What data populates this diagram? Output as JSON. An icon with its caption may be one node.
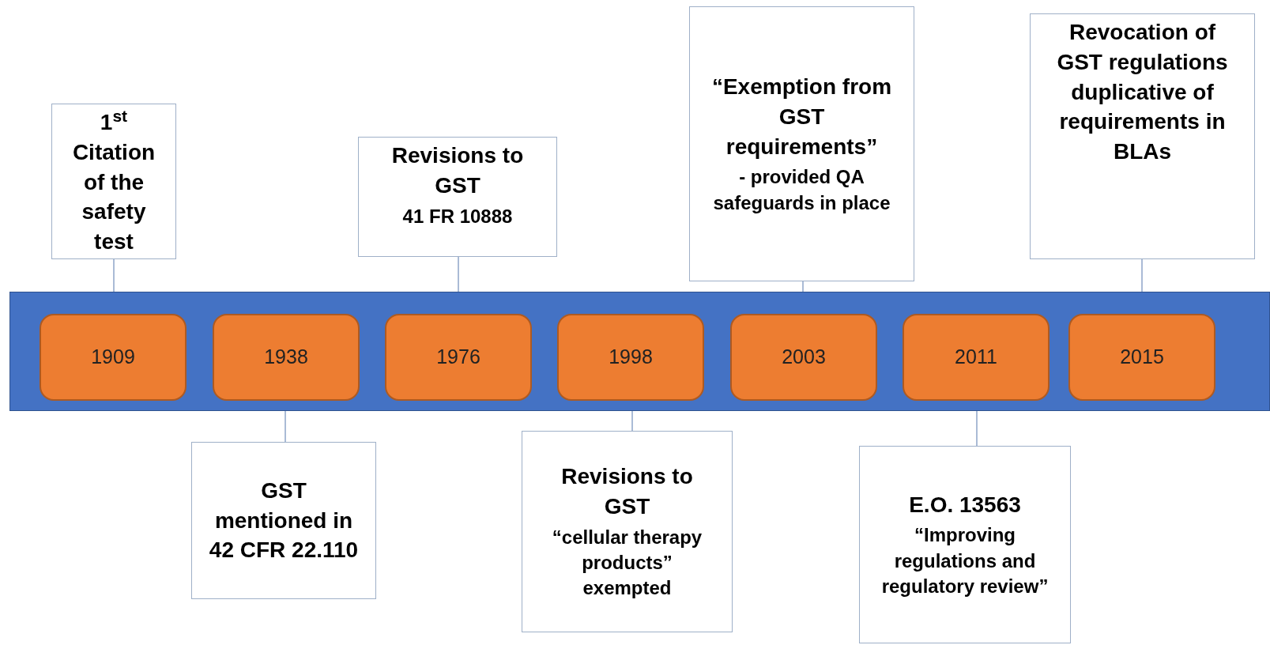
{
  "diagram": {
    "nodes": [
      {
        "text": [],
        "shape": "bar"
      },
      {
        "text": [
          "1909"
        ],
        "in": 0
      },
      {
        "text": [
          "1938"
        ],
        "in": 0
      },
      {
        "text": [
          "1976"
        ],
        "in": 0
      },
      {
        "text": [
          "1998"
        ],
        "in": 0
      },
      {
        "text": [
          "2003"
        ],
        "in": 0
      },
      {
        "text": [
          "2011"
        ],
        "in": 0
      },
      {
        "text": [
          "2015"
        ],
        "in": 0
      },
      {
        "text": [
          "1$^{st}$ Citation of the safety test"
        ]
      },
      {
        "text": [
          "GST mentioned in 42 CFR 22.110"
        ]
      },
      {
        "text": [
          "Revisions to GST",
          "41 FR 10888"
        ]
      },
      {
        "text": [
          "Revisions to GST",
          "“cellular therapy products” exempted"
        ]
      },
      {
        "text": [
          "“Exemption from GST requirements”",
          "- provided QA safeguards in place"
        ]
      },
      {
        "text": [
          "E.O. 13563",
          "“Improving regulations and regulatory review”"
        ]
      },
      {
        "text": [
          "Revocation of GST regulations duplicative of requirements in BLAs"
        ]
      }
    ],
    "edges": [
      {
        "from": 8,
        "to": 0,
        "arrow": "none"
      },
      {
        "from": 9,
        "to": 0,
        "arrow": "none"
      },
      {
        "from": 10,
        "to": 0,
        "arrow": "none"
      },
      {
        "from": 11,
        "to": 0,
        "arrow": "none"
      },
      {
        "from": 12,
        "to": 0,
        "arrow": "none"
      },
      {
        "from": 13,
        "to": 0,
        "arrow": "none"
      },
      {
        "from": 14,
        "to": 0,
        "arrow": "none"
      }
    ]
  }
}
